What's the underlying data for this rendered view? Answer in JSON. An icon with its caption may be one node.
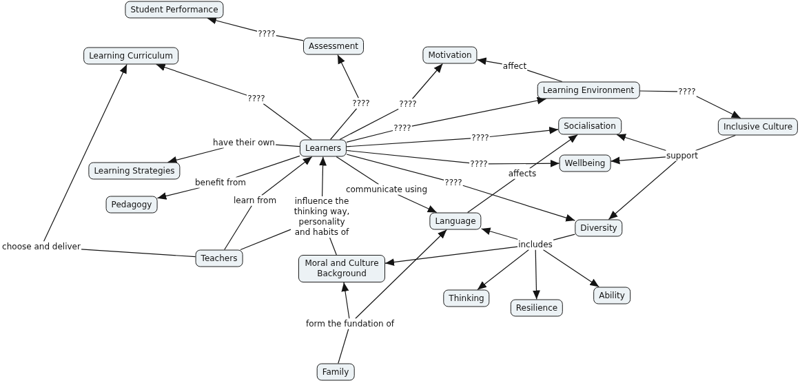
{
  "diagram": {
    "nodes": [
      {
        "text": [
          "Student Performance"
        ]
      },
      {
        "text": [
          "????"
        ]
      },
      {
        "text": [
          "Assessment"
        ]
      },
      {
        "text": [
          "Learning Curriculum"
        ]
      },
      {
        "text": [
          "Motivation"
        ]
      },
      {
        "text": [
          "affect"
        ]
      },
      {
        "text": [
          "Learning Environment"
        ]
      },
      {
        "text": [
          "????"
        ]
      },
      {
        "text": [
          "????"
        ]
      },
      {
        "text": [
          "????"
        ]
      },
      {
        "text": [
          "????"
        ]
      },
      {
        "text": [
          "Socialisation"
        ]
      },
      {
        "text": [
          "Inclusive Culture"
        ]
      },
      {
        "text": [
          "????"
        ]
      },
      {
        "text": [
          "????"
        ]
      },
      {
        "text": [
          "have their own"
        ]
      },
      {
        "text": [
          "Learners"
        ]
      },
      {
        "text": [
          "support"
        ]
      },
      {
        "text": [
          "Wellbeing"
        ]
      },
      {
        "text": [
          "????"
        ]
      },
      {
        "text": [
          "Learning Strategies"
        ]
      },
      {
        "text": [
          "affects"
        ]
      },
      {
        "text": [
          "benefit from"
        ]
      },
      {
        "text": [
          "????"
        ]
      },
      {
        "text": [
          "communicate using"
        ]
      },
      {
        "text": [
          "learn from"
        ]
      },
      {
        "text": [
          "Pedagogy"
        ]
      },
      {
        "text": [
          "influence the thinking way, personality and habits of"
        ]
      },
      {
        "text": [
          "Language"
        ]
      },
      {
        "text": [
          "Diversity"
        ]
      },
      {
        "text": [
          "includes"
        ]
      },
      {
        "text": [
          "choose and deliver"
        ]
      },
      {
        "text": [
          "Teachers"
        ]
      },
      {
        "text": [
          "Moral and Culture Background"
        ]
      },
      {
        "text": [
          "Thinking"
        ]
      },
      {
        "text": [
          "Resilience"
        ]
      },
      {
        "text": [
          "Ability"
        ]
      },
      {
        "text": [
          "form the fundation of"
        ]
      },
      {
        "text": [
          "Family"
        ]
      }
    ],
    "edges": [
      {
        "from": 2,
        "to": 1,
        "arrow": "none"
      },
      {
        "from": 1,
        "to": 0,
        "arrow": "to"
      },
      {
        "from": 16,
        "to": 8,
        "arrow": "none"
      },
      {
        "from": 8,
        "to": 3,
        "arrow": "to"
      },
      {
        "from": 16,
        "to": 9,
        "arrow": "none"
      },
      {
        "from": 9,
        "to": 2,
        "arrow": "to"
      },
      {
        "from": 16,
        "to": 10,
        "arrow": "none"
      },
      {
        "from": 10,
        "to": 4,
        "arrow": "to"
      },
      {
        "from": 16,
        "to": 13,
        "arrow": "none"
      },
      {
        "from": 13,
        "to": 6,
        "arrow": "to"
      },
      {
        "from": 16,
        "to": 14,
        "arrow": "none"
      },
      {
        "from": 14,
        "to": 11,
        "arrow": "to"
      },
      {
        "from": 16,
        "to": 19,
        "arrow": "none"
      },
      {
        "from": 19,
        "to": 18,
        "arrow": "to"
      },
      {
        "from": 16,
        "to": 23,
        "arrow": "none"
      },
      {
        "from": 23,
        "to": 29,
        "arrow": "to"
      },
      {
        "from": 16,
        "to": 15,
        "arrow": "none"
      },
      {
        "from": 15,
        "to": 20,
        "arrow": "to"
      },
      {
        "from": 16,
        "to": 22,
        "arrow": "none"
      },
      {
        "from": 22,
        "to": 26,
        "arrow": "to"
      },
      {
        "from": 16,
        "to": 24,
        "arrow": "none"
      },
      {
        "from": 24,
        "to": 28,
        "arrow": "to"
      },
      {
        "from": 32,
        "to": 25,
        "arrow": "none"
      },
      {
        "from": 25,
        "to": 16,
        "arrow": "to"
      },
      {
        "from": 32,
        "to": 31,
        "arrow": "none"
      },
      {
        "from": 31,
        "to": 3,
        "arrow": "to"
      },
      {
        "from": 6,
        "to": 5,
        "arrow": "none"
      },
      {
        "from": 5,
        "to": 4,
        "arrow": "to"
      },
      {
        "from": 6,
        "to": 7,
        "arrow": "none"
      },
      {
        "from": 7,
        "to": 12,
        "arrow": "to"
      },
      {
        "from": 28,
        "to": 21,
        "arrow": "none"
      },
      {
        "from": 21,
        "to": 11,
        "arrow": "to"
      },
      {
        "from": 32,
        "to": 27,
        "arrow": "none"
      },
      {
        "from": 33,
        "to": 27,
        "arrow": "none"
      },
      {
        "from": 27,
        "to": 16,
        "arrow": "to"
      },
      {
        "from": 12,
        "to": 17,
        "arrow": "none"
      },
      {
        "from": 17,
        "to": 11,
        "arrow": "to"
      },
      {
        "from": 17,
        "to": 18,
        "arrow": "to"
      },
      {
        "from": 17,
        "to": 29,
        "arrow": "to"
      },
      {
        "from": 29,
        "to": 30,
        "arrow": "none"
      },
      {
        "from": 30,
        "to": 28,
        "arrow": "to"
      },
      {
        "from": 30,
        "to": 33,
        "arrow": "to"
      },
      {
        "from": 30,
        "to": 34,
        "arrow": "to"
      },
      {
        "from": 30,
        "to": 35,
        "arrow": "to"
      },
      {
        "from": 30,
        "to": 36,
        "arrow": "to"
      },
      {
        "from": 38,
        "to": 37,
        "arrow": "none"
      },
      {
        "from": 37,
        "to": 33,
        "arrow": "to"
      },
      {
        "from": 37,
        "to": 28,
        "arrow": "to"
      }
    ]
  }
}
